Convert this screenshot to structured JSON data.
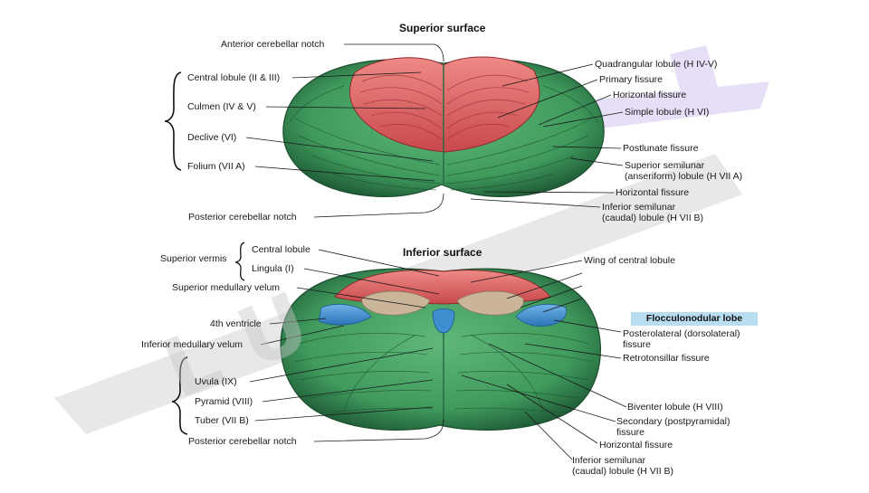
{
  "superior": {
    "title": "Superior surface",
    "labels": {
      "anterior_notch": "Anterior cerebellar notch",
      "central_lobule": "Central lobule (II & III)",
      "culmen": "Culmen (IV & V)",
      "declive": "Declive (VI)",
      "folium": "Folium (VII A)",
      "posterior_notch": "Posterior cerebellar notch",
      "quadrangular": "Quadrangular lobule (H IV-V)",
      "primary_fissure": "Primary fissure",
      "horizontal_fissure_1": "Horizontal fissure",
      "simple_lobule": "Simple lobule (H VI)",
      "postlunate": "Postlunate fissure",
      "sup_semilunar_1": "Superior semilunar",
      "sup_semilunar_2": "(anseriform) lobule (H VII A)",
      "horizontal_fissure_2": "Horizontal fissure",
      "inf_semilunar_1": "Inferior semilunar",
      "inf_semilunar_2": "(caudal) lobule (H VII B)"
    }
  },
  "inferior": {
    "title": "Inferior surface",
    "labels": {
      "superior_vermis": "Superior vermis",
      "central_lobule": "Central lobule",
      "lingula": "Lingula (I)",
      "sup_medullary_velum": "Superior medullary velum",
      "fourth_ventricle": "4th ventricle",
      "inf_medullary_velum": "Inferior medullary velum",
      "uvula": "Uvula (IX)",
      "pyramid": "Pyramid (VIII)",
      "tuber": "Tuber (VII B)",
      "posterior_notch": "Posterior cerebellar notch",
      "wing_central": "Wing of central lobule",
      "flocculonodular": "Flocculonodular lobe",
      "posterolateral_1": "Posterolateral (dorsolateral)",
      "posterolateral_2": "fissure",
      "retrotonsillar": "Retrotonsillar fissure",
      "biventer": "Biventer lobule (H VIII)",
      "secondary_1": "Secondary (postpyramidal)",
      "secondary_2": "fissure",
      "horizontal_fissure": "Horizontal fissure",
      "inf_semilunar_1": "Inferior semilunar",
      "inf_semilunar_2": "(caudal) lobule (H VII B)"
    }
  },
  "colors": {
    "green": "#3f9a5c",
    "green_dark": "#1f5a36",
    "red": "#e06a6a",
    "red_dark": "#9b2e32",
    "blue": "#3d8fd0",
    "tan": "#cbb59a",
    "badge": "#b8dcf0",
    "watermark_gray": "#d3d3d3",
    "watermark_purple": "#c9b8ee"
  }
}
